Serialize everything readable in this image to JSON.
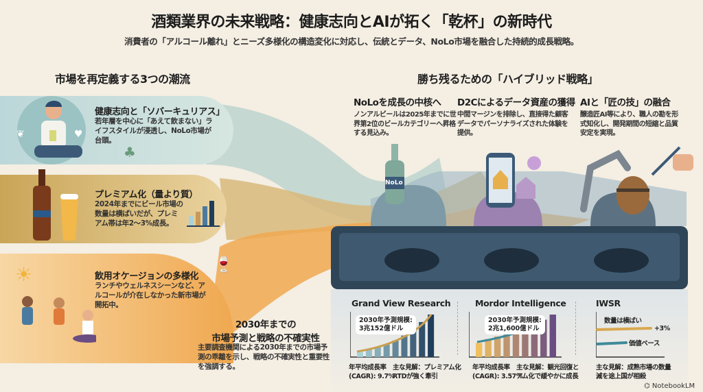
{
  "header": {
    "title": "酒類業界の未来戦略：健康志向とAIが拓く「乾杯」の新時代",
    "subtitle": "消費者の「アルコール離れ」とニーズ多様化の構造変化に対応し、伝統とデータ、NoLo市場を融合した持続的成長戦略。"
  },
  "trends": {
    "heading": "市場を再定義する3つの潮流",
    "items": [
      {
        "title": "健康志向と「ソバーキュリアス」",
        "body": "若年層を中心に「あえて飲まない」ライフスタイルが浸透し、NoLo市場が台頭。"
      },
      {
        "title": "プレミアム化（量より質）",
        "body": "2024年までにビール市場の数量は横ばいだが、プレミアム帯は年2〜3%成長。"
      },
      {
        "title": "飲用オケージョンの多様化",
        "body": "ランチやウェルネスシーンなど、アルコールが介在しなかった新市場が開拓中。"
      }
    ]
  },
  "strategy": {
    "heading": "勝ち残るための「ハイブリッド戦略」",
    "items": [
      {
        "title": "NoLoを成長の中核へ",
        "body": "ノンアルビールは2025年までに世界第2位のビールカテゴリーへ昇格する見込み。"
      },
      {
        "title": "D2Cによるデータ資産の獲得",
        "body": "中間マージンを排除し、直接得た顧客データでパーソナライズされた体験を提供。"
      },
      {
        "title": "AIと「匠の技」の融合",
        "body": "醸造匠AI等により、職人の勘を形式知化し、開発期間の短縮と品質安定を実現。"
      }
    ],
    "bottle_label": "NoLo"
  },
  "forecast": {
    "title_line1": "2030年までの",
    "title_line2": "市場予測と戦略の不確実性",
    "body": "主要調査機関による2030年までの市場予測の乖離を示し、戦略の不確実性と重要性を強調する。"
  },
  "chart_data": [
    {
      "type": "bar",
      "title": "Grand View Research",
      "callout": "2030年予測規模:",
      "callout_value": "3兆152億ドル",
      "values": [
        1,
        1.5,
        2,
        2.5,
        3.3,
        4.3,
        5.5,
        7,
        8.5
      ],
      "cagr_label": "年平均成長率",
      "cagr": "(CAGR): 9.7%",
      "view_label": "主な見解：プレミアム化",
      "view": "RTDが強く牽引",
      "colors": [
        "#a9d3d8",
        "#1f3d5c"
      ]
    },
    {
      "type": "bar",
      "title": "Mordor Intelligence",
      "callout": "2030年予測規模:",
      "callout_value": "2兆1,600億ドル",
      "values": [
        2.2,
        2.8,
        3.2,
        3.6,
        4.1,
        4.6,
        5.2,
        5.8,
        6.6
      ],
      "cagr_label": "年平均成長率",
      "cagr": "(CAGR): 3.57%",
      "view_label": "主な見解：観光回復と",
      "view": "アム化で緩やかに成長",
      "colors": [
        "#f0c060",
        "#6a4d82"
      ]
    },
    {
      "type": "line",
      "title": "IWSR",
      "series": [
        {
          "name": "数量は横ばい",
          "label": "+3%",
          "color": "#d9a850"
        },
        {
          "name": "価値ベース",
          "color": "#3f8a9a"
        }
      ],
      "view_label": "主な見解：成熟市場の数量",
      "view": "減を途上国が相殺"
    }
  ],
  "footer": {
    "brand": "NotebookLM"
  }
}
